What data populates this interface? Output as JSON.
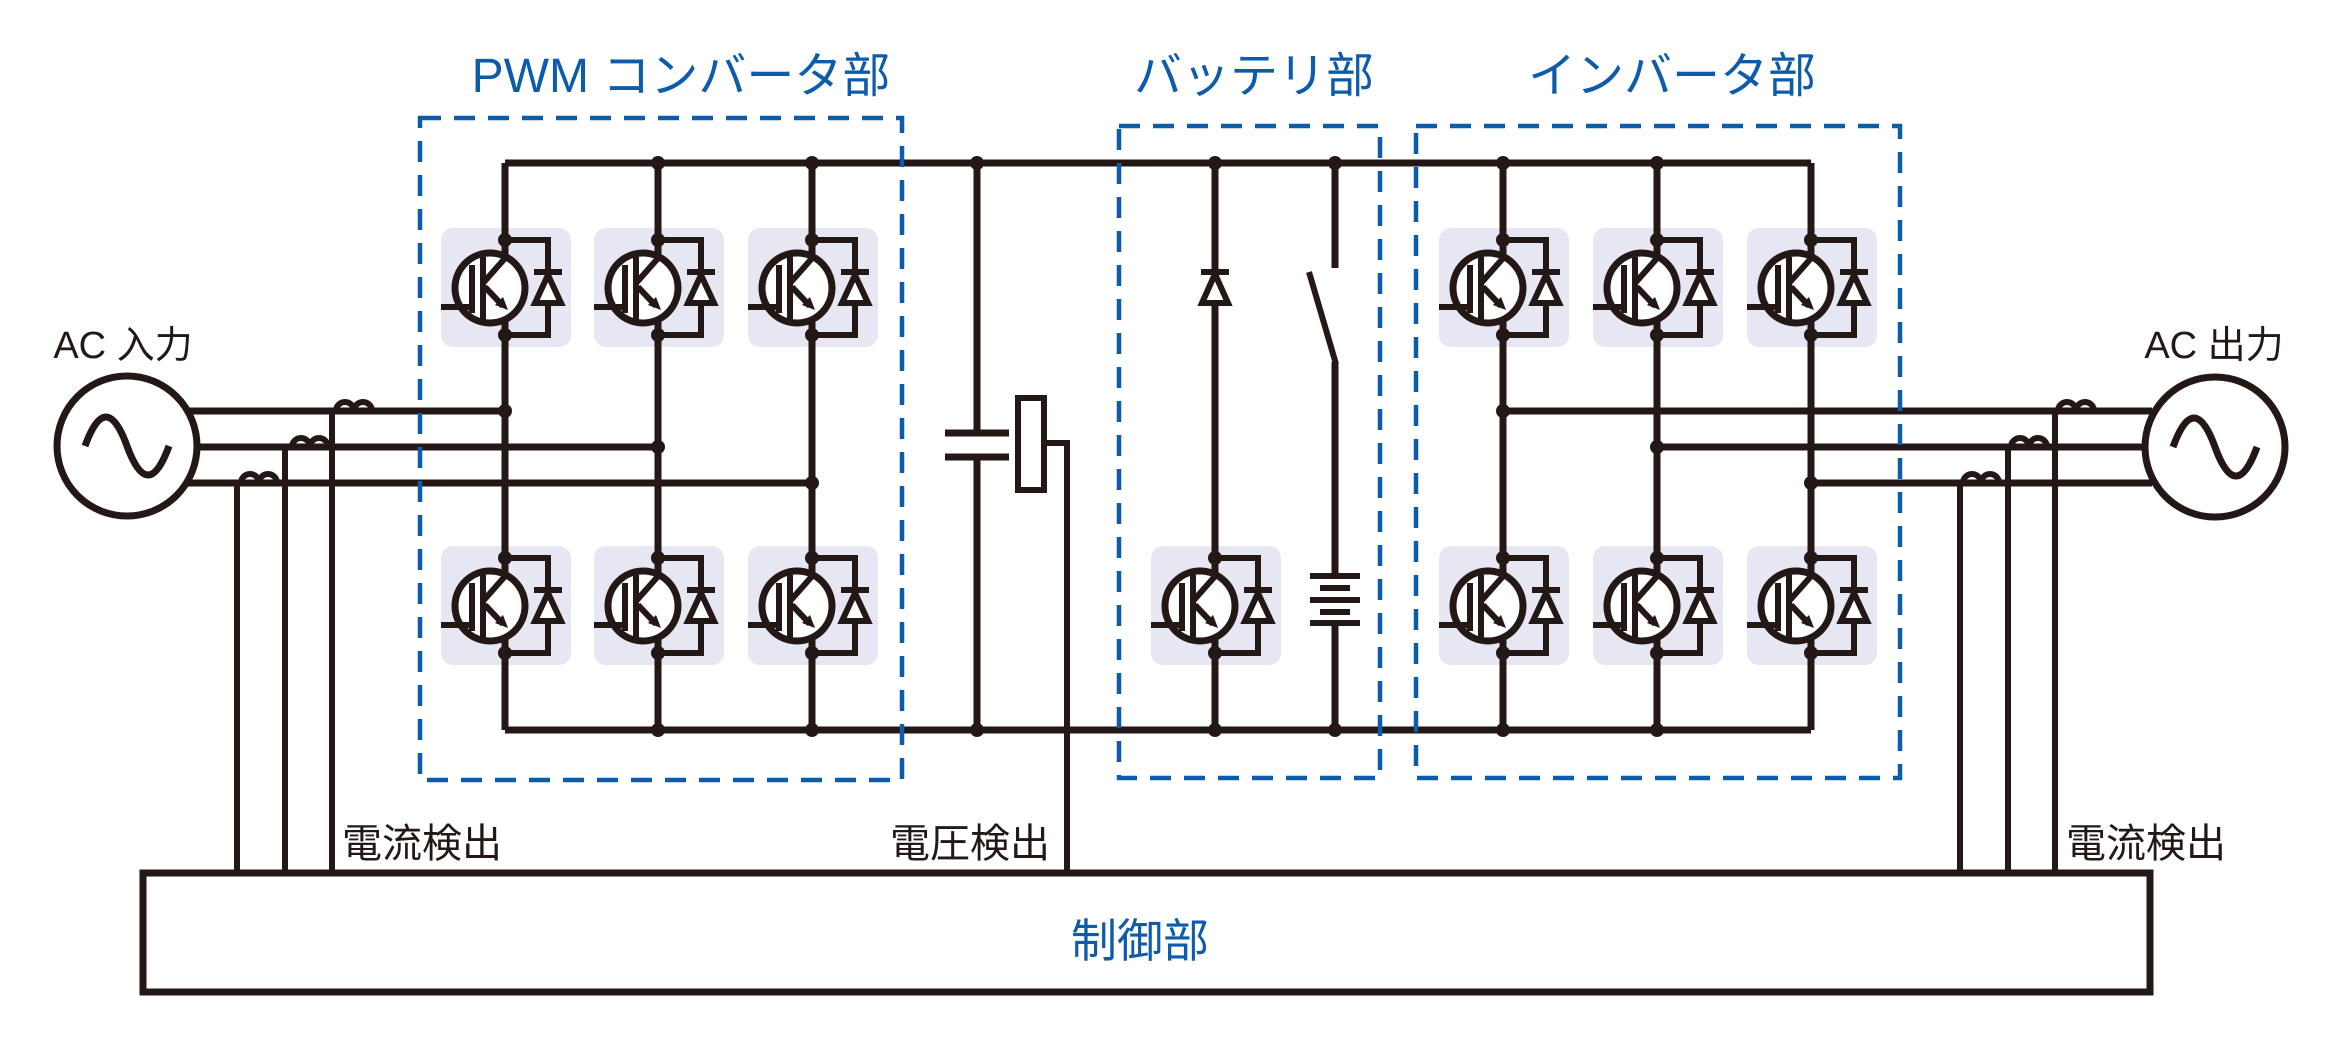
{
  "sections": {
    "converter": {
      "label": "PWM コンバータ部"
    },
    "battery": {
      "label": "バッテリ部"
    },
    "inverter": {
      "label": "インバータ部"
    },
    "control": {
      "label": "制御部"
    }
  },
  "sources": {
    "ac_input": {
      "label": "AC 入力"
    },
    "ac_output": {
      "label": "AC 出力"
    }
  },
  "sensors": {
    "current_left": {
      "label": "電流検出"
    },
    "voltage": {
      "label": "電圧検出"
    },
    "current_right": {
      "label": "電流検出"
    }
  },
  "colors": {
    "line": "#231815",
    "accent_blue": "#0d5cab",
    "module_bg": "#e7e6f3",
    "background": "#ffffff"
  }
}
